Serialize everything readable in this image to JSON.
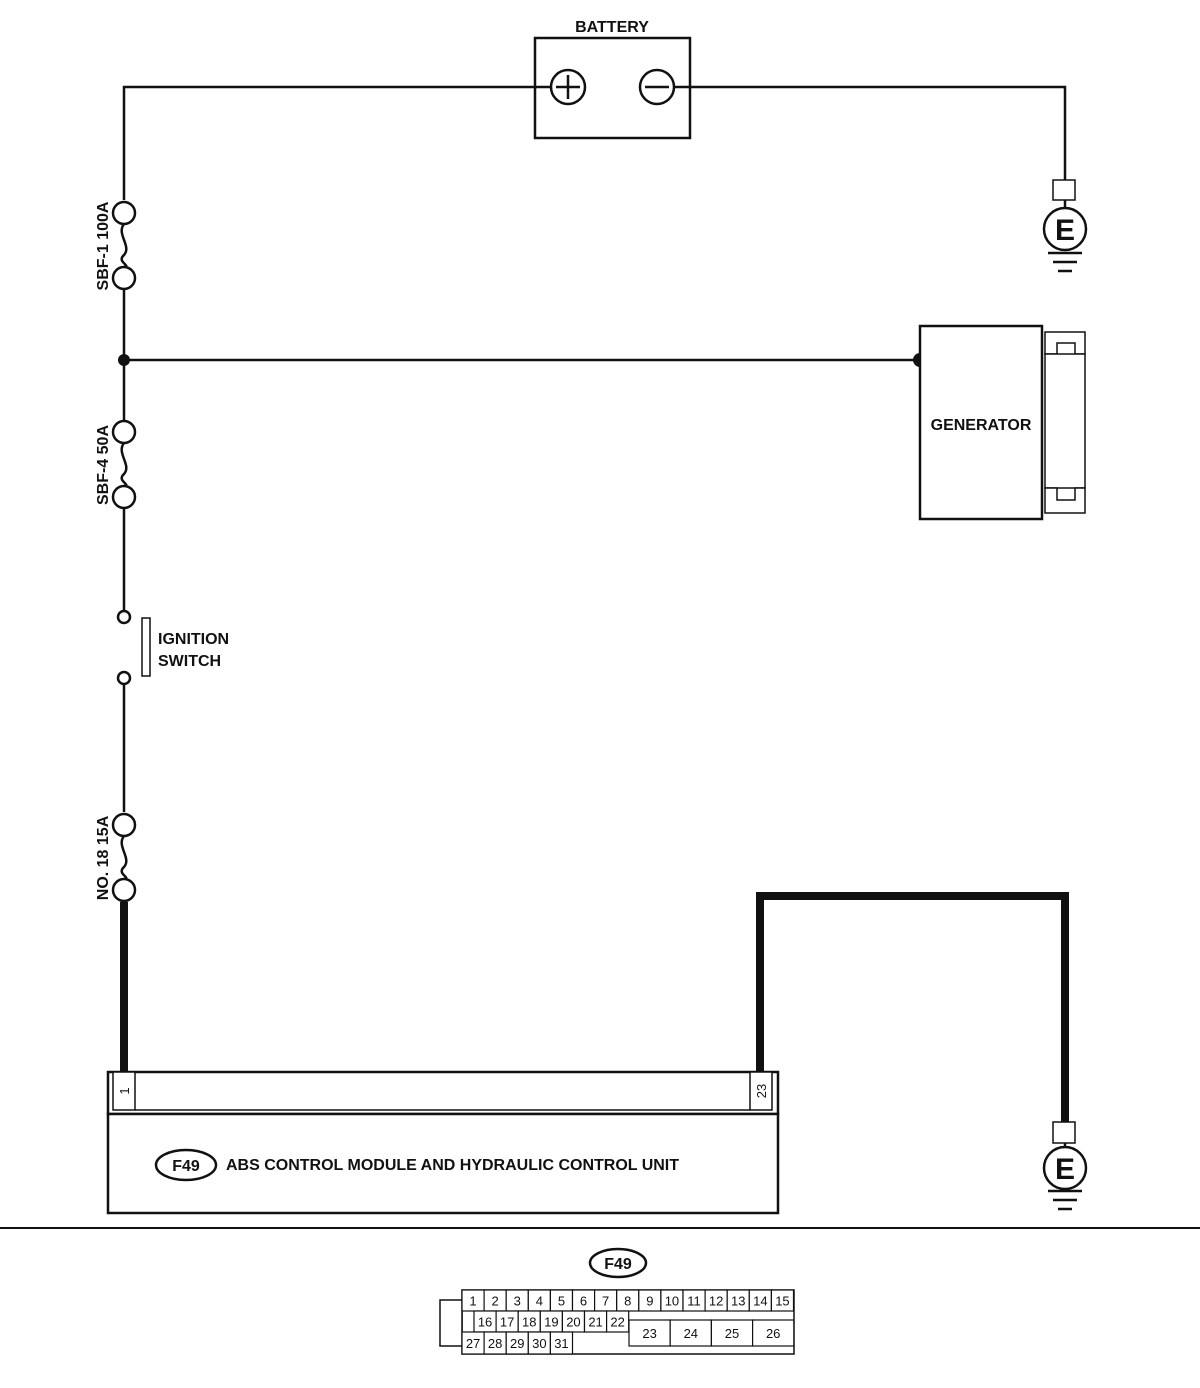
{
  "battery": {
    "label": "BATTERY",
    "plus_symbol": "+",
    "minus_symbol": "−"
  },
  "fuses": {
    "sbf1": "SBF-1 100A",
    "sbf4": "SBF-4 50A",
    "no18": "NO. 18 15A"
  },
  "generator": {
    "label": "GENERATOR"
  },
  "ignition": {
    "line1": "IGNITION",
    "line2": "SWITCH"
  },
  "ground": {
    "symbol": "E"
  },
  "abs_unit": {
    "connector_id": "F49",
    "label": "ABS CONTROL MODULE AND HYDRAULIC CONTROL UNIT",
    "pin_left": "1",
    "pin_right": "23"
  },
  "connector": {
    "id": "F49",
    "row1": [
      "1",
      "2",
      "3",
      "4",
      "5",
      "6",
      "7",
      "8",
      "9",
      "10",
      "11",
      "12",
      "13",
      "14",
      "15"
    ],
    "row2": [
      "16",
      "17",
      "18",
      "19",
      "20",
      "21",
      "22"
    ],
    "row3": [
      "27",
      "28",
      "29",
      "30",
      "31"
    ],
    "big": [
      "23",
      "24",
      "25",
      "26"
    ]
  }
}
